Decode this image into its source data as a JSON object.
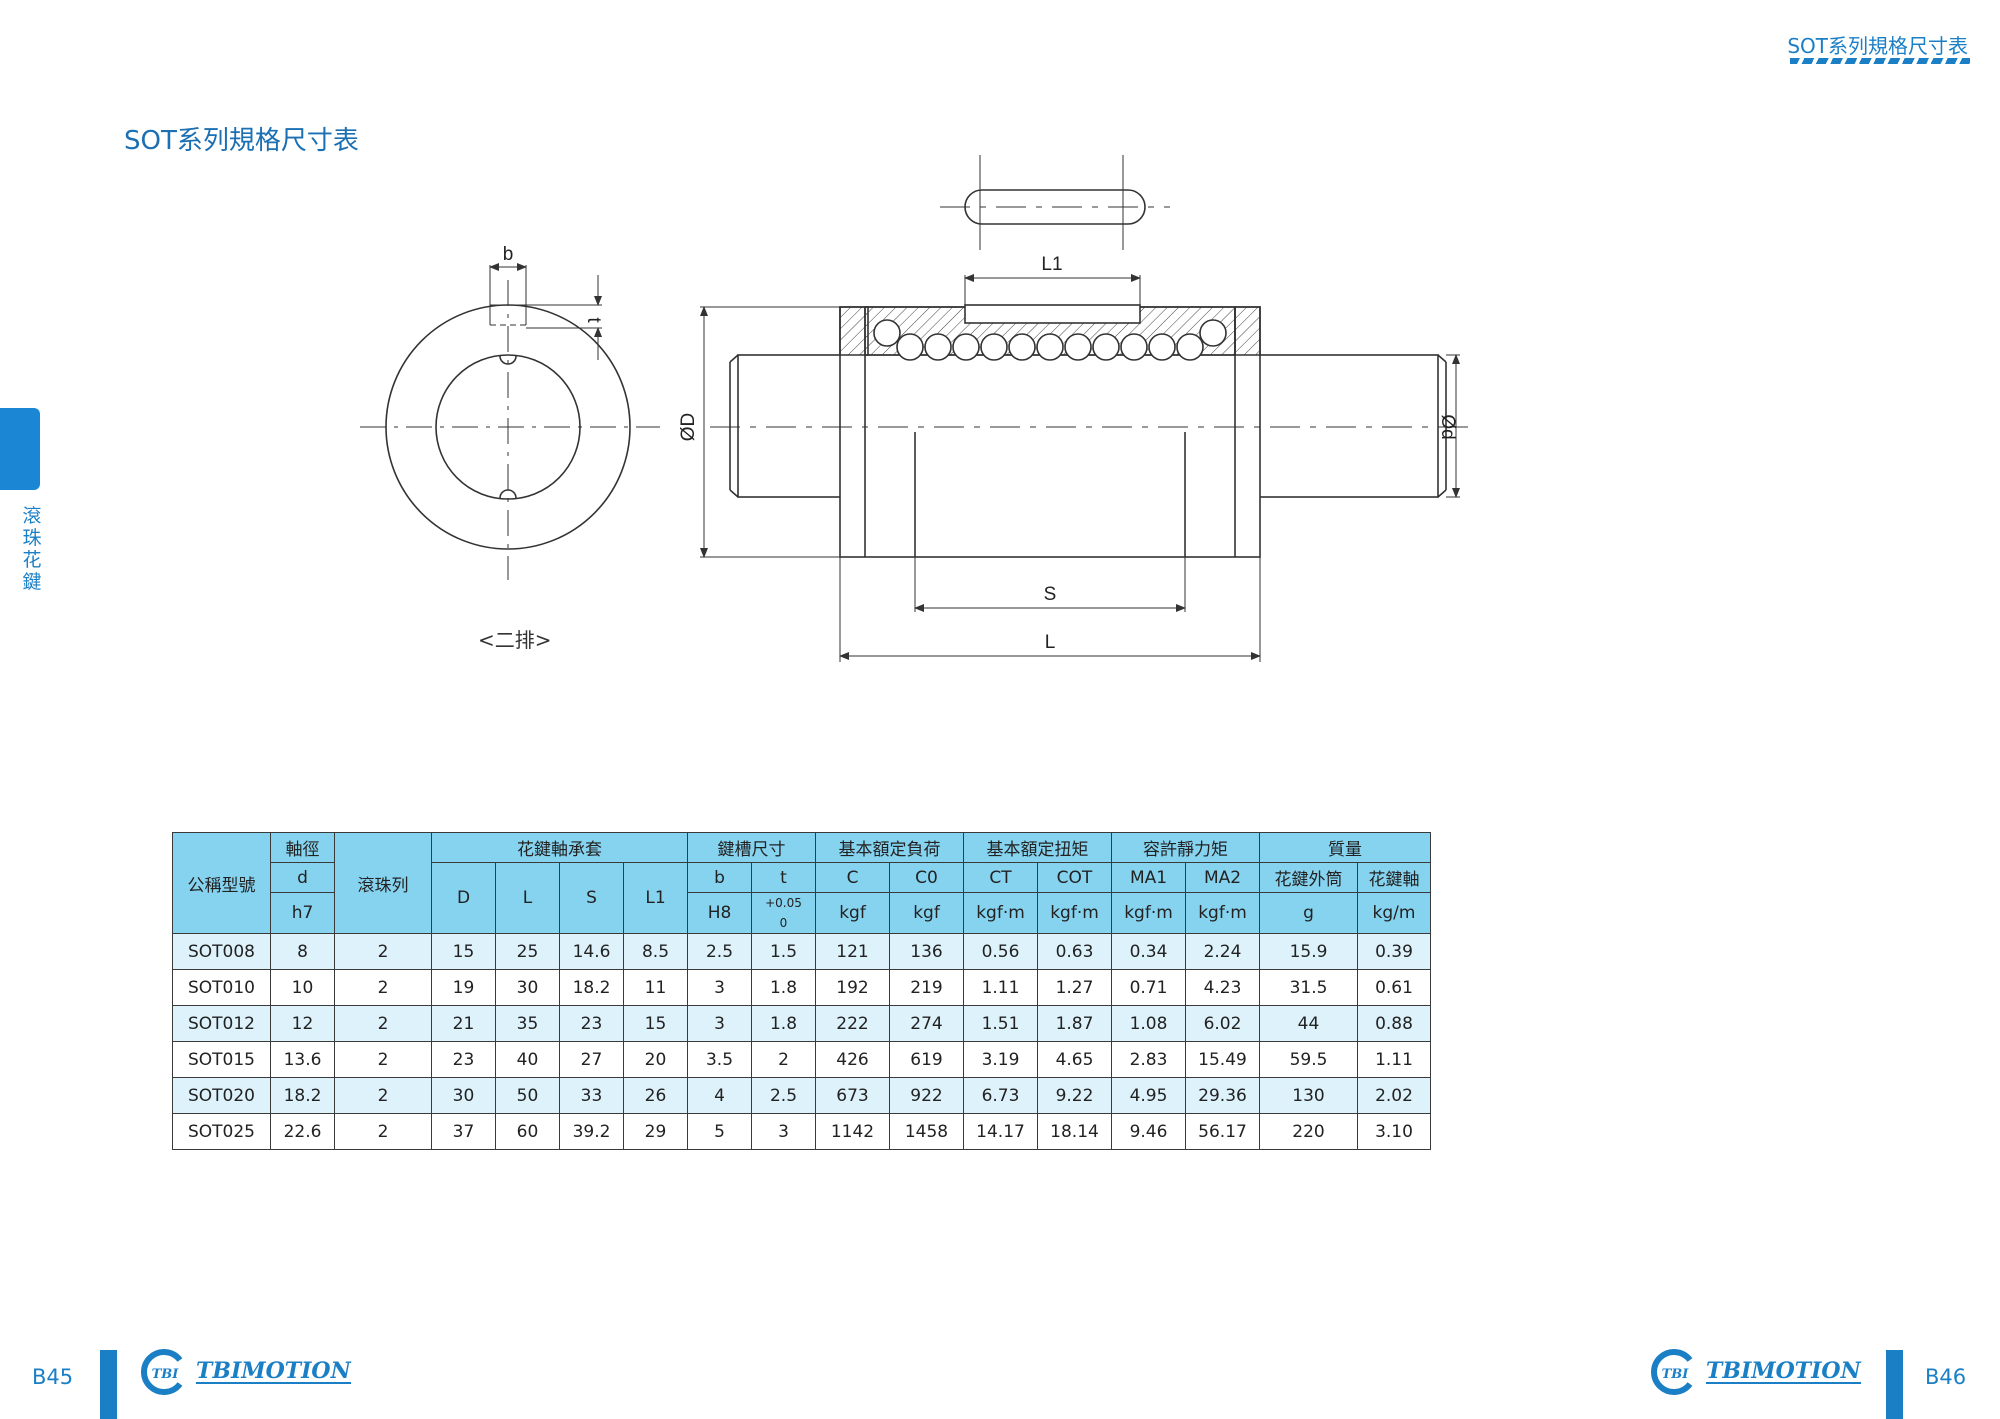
{
  "header": {
    "title": "SOT系列規格尺寸表"
  },
  "page_title": "SOT系列規格尺寸表",
  "side_tab": {
    "label": "滾珠花鍵"
  },
  "drawing": {
    "caption": "<二排>",
    "labels": {
      "b": "b",
      "t": "t",
      "L1": "L1",
      "S": "S",
      "L": "L",
      "D": "ØD",
      "d": "Ød"
    }
  },
  "table": {
    "head": {
      "model": "公稱型號",
      "shaft": "軸徑",
      "rows_col": "滾珠列",
      "sleeve": "花鍵軸承套",
      "keyway": "鍵槽尺寸",
      "load": "基本額定負荷",
      "torque": "基本額定扭矩",
      "static": "容許靜力矩",
      "mass": "質量",
      "d": "d",
      "D": "D",
      "L": "L",
      "S": "S",
      "L1": "L1",
      "b": "b",
      "t": "t",
      "C": "C",
      "C0": "C0",
      "CT": "CT",
      "COT": "COT",
      "MA1": "MA1",
      "MA2": "MA2",
      "outer": "花鍵外筒",
      "spline": "花鍵軸",
      "h7": "h7",
      "H8": "H8",
      "tol_upper": "+0.05",
      "tol_lower": "0",
      "kgf": "kgf",
      "kgfm": "kgf·m",
      "g": "g",
      "kgm": "kg/m"
    },
    "rows": [
      [
        "SOT008",
        "8",
        "2",
        "15",
        "25",
        "14.6",
        "8.5",
        "2.5",
        "1.5",
        "121",
        "136",
        "0.56",
        "0.63",
        "0.34",
        "2.24",
        "15.9",
        "0.39"
      ],
      [
        "SOT010",
        "10",
        "2",
        "19",
        "30",
        "18.2",
        "11",
        "3",
        "1.8",
        "192",
        "219",
        "1.11",
        "1.27",
        "0.71",
        "4.23",
        "31.5",
        "0.61"
      ],
      [
        "SOT012",
        "12",
        "2",
        "21",
        "35",
        "23",
        "15",
        "3",
        "1.8",
        "222",
        "274",
        "1.51",
        "1.87",
        "1.08",
        "6.02",
        "44",
        "0.88"
      ],
      [
        "SOT015",
        "13.6",
        "2",
        "23",
        "40",
        "27",
        "20",
        "3.5",
        "2",
        "426",
        "619",
        "3.19",
        "4.65",
        "2.83",
        "15.49",
        "59.5",
        "1.11"
      ],
      [
        "SOT020",
        "18.2",
        "2",
        "30",
        "50",
        "33",
        "26",
        "4",
        "2.5",
        "673",
        "922",
        "6.73",
        "9.22",
        "4.95",
        "29.36",
        "130",
        "2.02"
      ],
      [
        "SOT025",
        "22.6",
        "2",
        "37",
        "60",
        "39.2",
        "29",
        "5",
        "3",
        "1142",
        "1458",
        "14.17",
        "18.14",
        "9.46",
        "56.17",
        "220",
        "3.10"
      ]
    ]
  },
  "footer": {
    "left_page": "B45",
    "right_page": "B46",
    "logo_mark": "TBI",
    "logo_word": "TBIMOTION"
  },
  "colors": {
    "brand": "#1b7fc6",
    "table_header": "#86d3f0",
    "row_alt": "#ddf2fb"
  }
}
